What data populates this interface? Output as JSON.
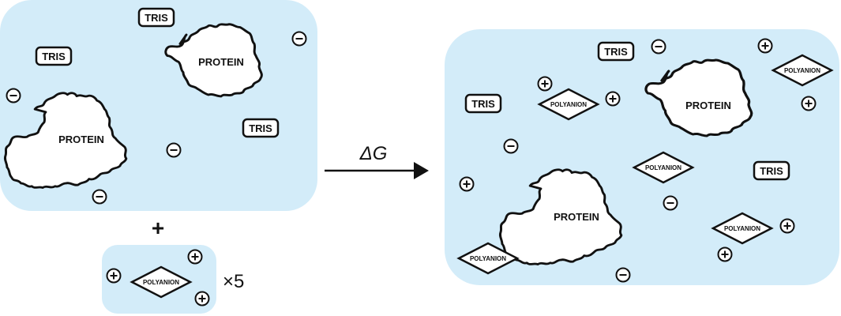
{
  "labels": {
    "tris": "TRIS",
    "protein": "PROTEIN",
    "polyanion": "POLYANION",
    "multiplier": "×5",
    "plus": "+",
    "delta_g": "ΔG"
  },
  "colors": {
    "solution_fill": "#d3ecf9",
    "outline": "#111111",
    "shape_fill": "#ffffff"
  },
  "icons": {
    "positive": "plus-circle-icon",
    "negative": "minus-circle-icon",
    "arrow": "right-arrow-icon"
  }
}
